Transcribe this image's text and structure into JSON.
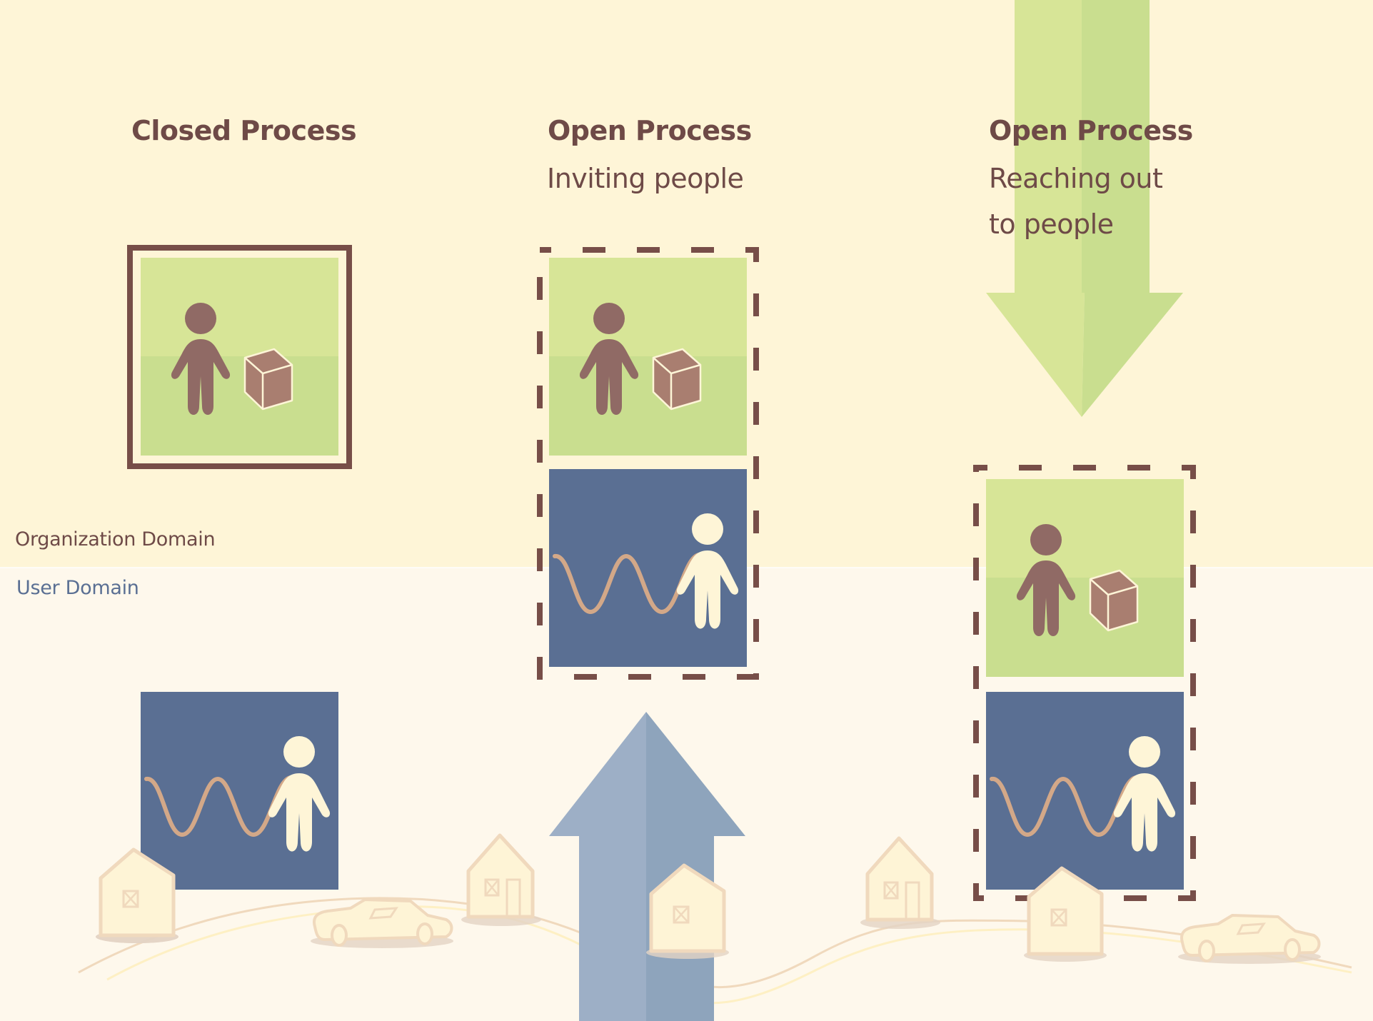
{
  "colors": {
    "org_bg": "#fef5d7",
    "user_bg": "#fef8ec",
    "green_light": "#d7e597",
    "green_dark": "#c9de8f",
    "blue_box": "#5a6f93",
    "blue_arrow_light": "#9dafc6",
    "blue_arrow_dark": "#8ea4bc",
    "brown": "#6e4a47",
    "person_brown": "#906a65",
    "cube": "#a97e70",
    "wave": "#d3a888",
    "person_cream": "#fef5d7",
    "house_fill": "#fef4d6",
    "house_stroke": "#f0d9bd"
  },
  "domains": {
    "organization": "Organization Domain",
    "user": "User Domain"
  },
  "columns": [
    {
      "title": "Closed Process",
      "subtitle_lines": [],
      "boundary": "solid",
      "arrow": "none"
    },
    {
      "title": "Open Process",
      "subtitle_lines": [
        "Inviting people"
      ],
      "boundary": "dashed",
      "arrow": "up"
    },
    {
      "title": "Open Process",
      "subtitle_lines": [
        "Reaching out",
        "to people"
      ],
      "boundary": "dashed",
      "arrow": "down"
    }
  ],
  "icons": {
    "organization_tile": [
      "person-icon",
      "box-icon"
    ],
    "user_tile": [
      "wave-icon",
      "person-icon"
    ],
    "landscape": [
      "house-icon",
      "car-icon",
      "road"
    ]
  }
}
